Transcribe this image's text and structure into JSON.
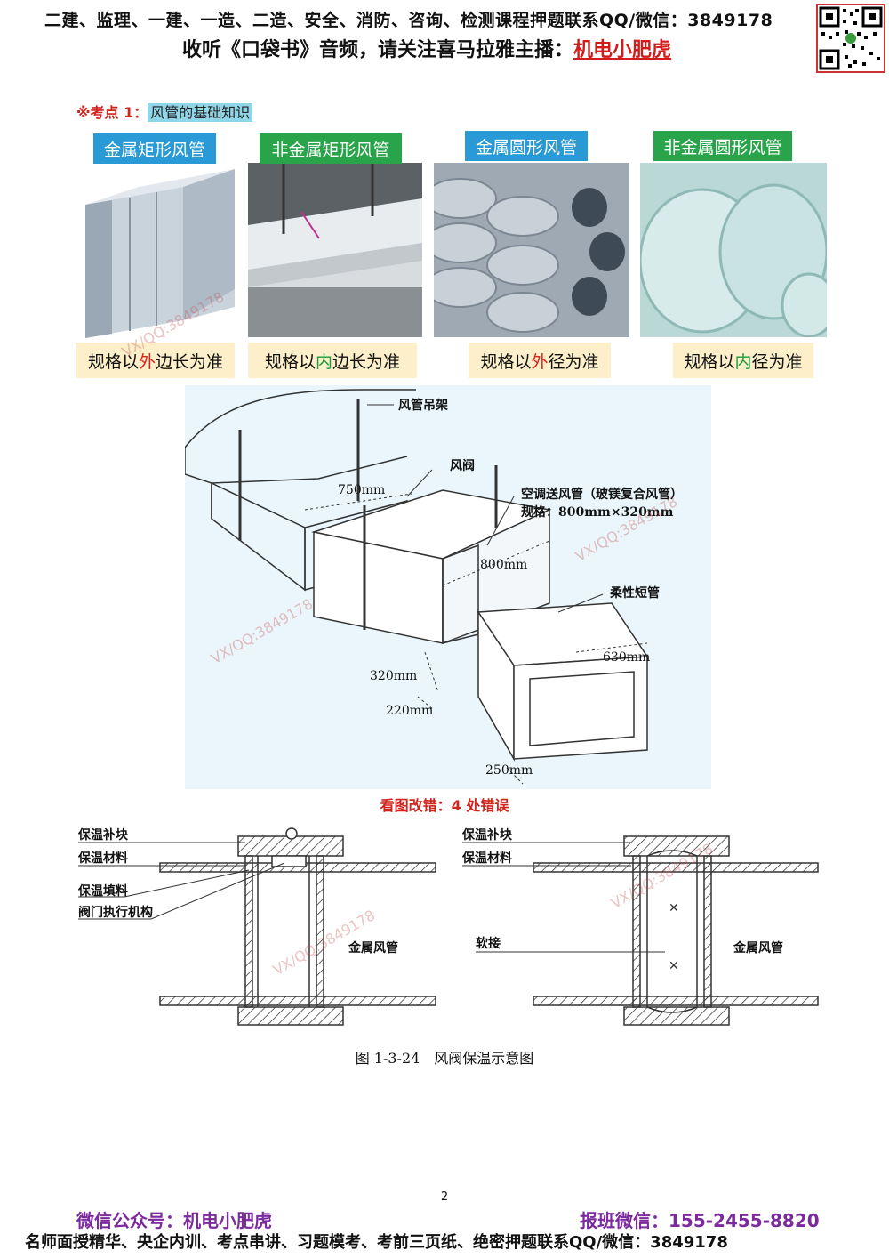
{
  "header": {
    "line1": "二建、监理、一建、一造、二造、安全、消防、咨询、检测课程押题联系QQ/微信：3849178",
    "line2_prefix": "收听《口袋书》音频，请关注喜马拉雅主播：",
    "line2_host": "机电小肥虎"
  },
  "key_point": {
    "label": "※考点 1：",
    "topic": "风管的基础知识"
  },
  "duct_types": [
    {
      "title": "金属矩形风管",
      "caption_pre": "规格以",
      "caption_hl": "外",
      "caption_post": "边长为准"
    },
    {
      "title": "非金属矩形风管",
      "caption_pre": "规格以",
      "caption_hl": "内",
      "caption_post": "边长为准"
    },
    {
      "title": "金属圆形风管",
      "caption_pre": "规格以",
      "caption_hl": "外",
      "caption_post": "径为准"
    },
    {
      "title": "非金属圆形风管",
      "caption_pre": "规格以",
      "caption_hl": "内",
      "caption_post": "径为准"
    }
  ],
  "diagram": {
    "hanger": "风管吊架",
    "damper": "风阀",
    "supply_duct": "空调送风管（玻镁复合风管）",
    "spec": "规格：800mm×320mm",
    "flexible": "柔性短管",
    "dim_750": "750mm",
    "dim_800": "800mm",
    "dim_630": "630mm",
    "dim_320": "320mm",
    "dim_220": "220mm",
    "dim_250": "250mm",
    "title": "看图改错：4 处错误"
  },
  "insulation": {
    "left": {
      "patch": "保温补块",
      "material": "保温材料",
      "filler": "保温填料",
      "actuator": "阀门执行机构",
      "metal_duct": "金属风管"
    },
    "right": {
      "patch": "保温补块",
      "material": "保温材料",
      "soft": "软接",
      "metal_duct": "金属风管"
    },
    "caption": "图 1-3-24　风阀保温示意图"
  },
  "page_number": "2",
  "footer": {
    "wechat_public": "微信公众号：机电小肥虎",
    "enroll": "报班微信：155-2455-8820",
    "line": "名师面授精华、央企内训、考点串讲、习题模考、考前三页纸、绝密押题联系QQ/微信：3849178"
  },
  "watermarks": {
    "vx": "VX/QQ:3849178"
  }
}
